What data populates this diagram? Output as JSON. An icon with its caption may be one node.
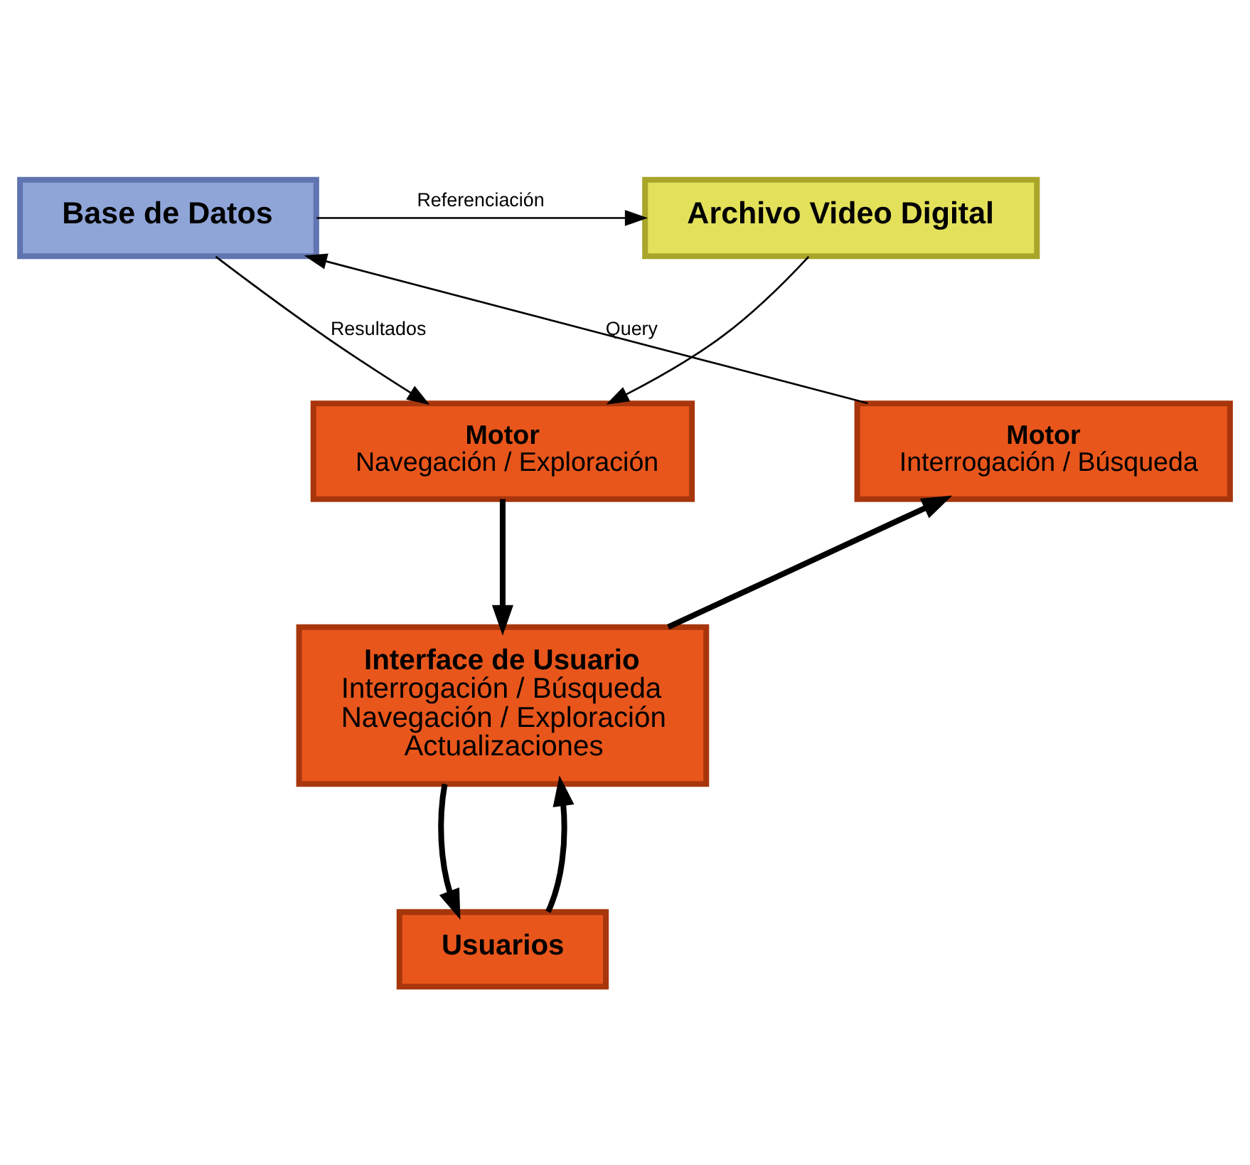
{
  "diagram": {
    "nodes": [
      {
        "text": [
          "Base de Datos"
        ]
      },
      {
        "text": [
          "Archivo Video Digital"
        ]
      },
      {
        "text": [
          "Motor",
          "Interrogación / Búsqueda"
        ]
      },
      {
        "text": [
          "Motor",
          "Navegación / Exploración"
        ]
      },
      {
        "text": [
          "Interface de Usuario",
          "Interrogación / Búsqueda",
          "Navegación / Exploración",
          "Actualizaciones"
        ]
      },
      {
        "text": [
          "Usuarios"
        ]
      }
    ],
    "edges": [
      {
        "from": 0,
        "to": 1,
        "arrow": "to",
        "label": "Referenciación"
      },
      {
        "from": 0,
        "to": 3,
        "arrow": "to",
        "label": "Resultados"
      },
      {
        "from": 1,
        "to": 3,
        "arrow": "to"
      },
      {
        "from": 2,
        "to": 0,
        "arrow": "to",
        "label": "Query"
      },
      {
        "from": 4,
        "to": 2,
        "arrow": "to",
        "style": "thick"
      },
      {
        "from": 3,
        "to": 4,
        "arrow": "to",
        "style": "thick"
      },
      {
        "from": 4,
        "to": 5,
        "arrow": "to",
        "style": "thick"
      },
      {
        "from": 5,
        "to": 4,
        "arrow": "to",
        "style": "thick"
      }
    ]
  }
}
